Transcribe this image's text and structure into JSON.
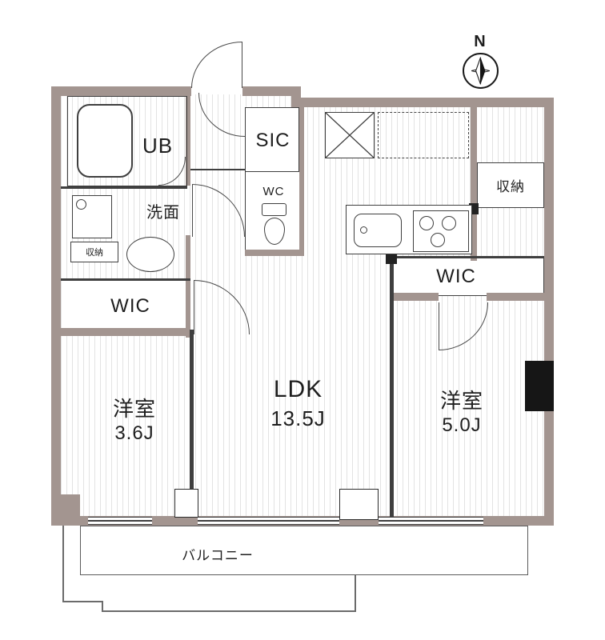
{
  "compass": {
    "north": "N"
  },
  "labels": {
    "ub": "UB",
    "washroom": "洗面",
    "storage_small": "収納",
    "wic_left": "WIC",
    "bedroom_left_name": "洋室",
    "bedroom_left_size": "3.6J",
    "sic": "SIC",
    "wc": "WC",
    "ldk_name": "LDK",
    "ldk_size": "13.5J",
    "storage_right": "収納",
    "wic_right": "WIC",
    "bedroom_right_name": "洋室",
    "bedroom_right_size": "5.0J",
    "balcony": "バルコニー"
  },
  "colors": {
    "wall": "#a39590",
    "line": "#3f3f3f"
  }
}
